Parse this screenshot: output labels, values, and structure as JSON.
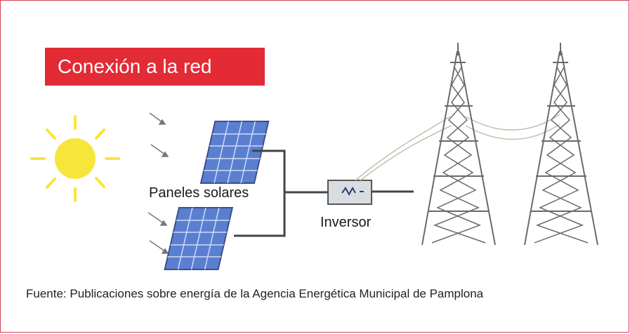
{
  "title": "Conexión a la red",
  "labels": {
    "panels": "Paneles solares",
    "inverter": "Inversor"
  },
  "caption": "Fuente: Publicaciones sobre energía de la Agencia Energética Municipal de Pamplona",
  "colors": {
    "frame_border": "#d6405a",
    "title_bg": "#e22b35",
    "sun": "#f7e63a",
    "panel": "#5a7fd0",
    "wire": "#444444"
  }
}
